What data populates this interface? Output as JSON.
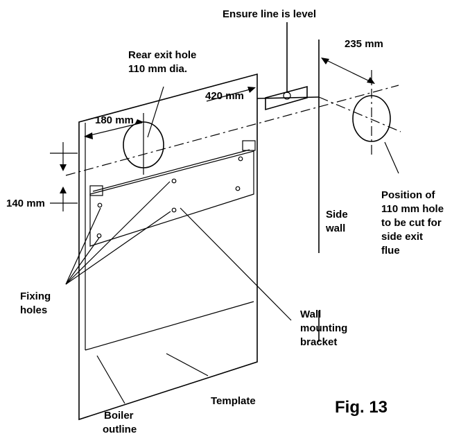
{
  "labels": {
    "level": "Ensure line is level",
    "rear_exit_1": "Rear exit hole",
    "rear_exit_2": "110 mm dia.",
    "dim_420": "420 mm",
    "dim_180": "180 mm",
    "dim_140": "140 mm",
    "dim_235": "235 mm",
    "position_1": "Position of",
    "position_2": "110 mm hole",
    "position_3": "to be cut for",
    "position_4": "side exit",
    "position_5": "flue",
    "side_wall_1": "Side",
    "side_wall_2": "wall",
    "fixing_1": "Fixing",
    "fixing_2": "holes",
    "bracket_1": "Wall",
    "bracket_2": "mounting",
    "bracket_3": "bracket",
    "boiler_1": "Boiler",
    "boiler_2": "outline",
    "template": "Template",
    "figure": "Fig. 13"
  }
}
